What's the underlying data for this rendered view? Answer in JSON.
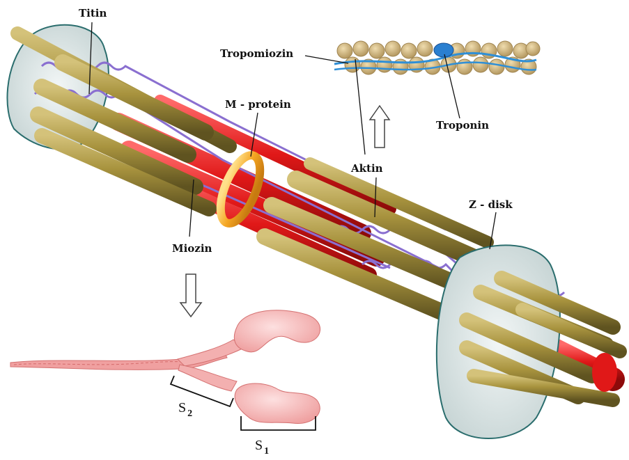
{
  "labels": {
    "titin": "Titin",
    "tropomiozin": "Tropomiozin",
    "m_protein": "M - protein",
    "troponin": "Troponin",
    "aktin": "Aktin",
    "z_disk": "Z - disk",
    "miozin": "Miozin",
    "s2_letter": "S",
    "s2_index": "2",
    "s1_letter": "S",
    "s1_index": "1"
  },
  "colors": {
    "actin": "#a8933e",
    "actin_bead": "#cdb27a",
    "myosin": "#e01818",
    "titin": "#8a6fd0",
    "tropomyosin": "#2f8fd6",
    "troponin": "#2a7fd0",
    "m_protein": "#f5a623",
    "z_disk": "#d6e2e2",
    "myosin_molecule": "#f0a0a0"
  }
}
